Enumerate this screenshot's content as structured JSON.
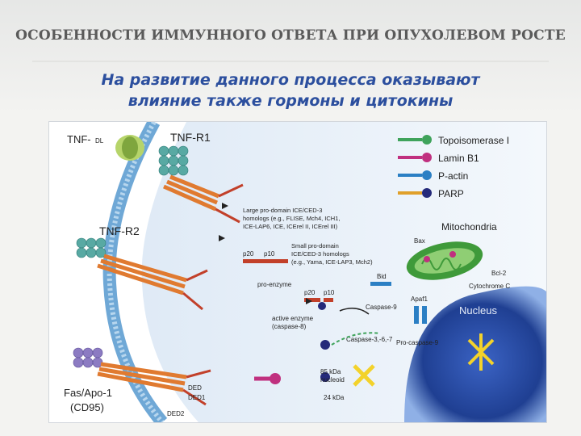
{
  "slide": {
    "title": "ОСОБЕННОСТИ ИММУННОГО ОТВЕТА ПРИ ОПУХОЛЕВОМ РОСТЕ",
    "subtitle_line1": "На развитие данного процесса оказывают",
    "subtitle_line2": "влияние также гормоны и цитокины"
  },
  "colors": {
    "title": "#5a5a5a",
    "subtitle": "#2c4f9e",
    "membrane": "#6fa8d6",
    "receptor": "#e07a30",
    "nucleus": "#2a4fa8",
    "mitochondria": "#3f9a3a"
  },
  "figure": {
    "receptors": {
      "tnf_dl": "TNF-",
      "tnf_dl_sub": "DL",
      "tnf_r1": "TNF-R1",
      "tnf_r2": "TNF-R2",
      "fas_line1": "Fas/Apo-1",
      "fas_line2": "(CD95)"
    },
    "legend": [
      {
        "label": "Topoisomerase I",
        "color": "#3fa35b"
      },
      {
        "label": "Lamin B1",
        "color": "#c0307f"
      },
      {
        "label": "P-actin",
        "color": "#2b7fc4"
      },
      {
        "label": "PARP",
        "color": "#e0a02a"
      }
    ],
    "annotations": {
      "large_1": "Large pro-domain ICE/CED-3",
      "large_2": "homologs (e.g., FLISE, Mch4, ICH1,",
      "large_3": "ICE-LAP6, ICE, ICErel II, ICErel III)",
      "small_1": "Small pro-domain",
      "small_2": "ICE/CED-3 homologs",
      "small_3": "(e.g., Yama, ICE-LAP3, Mch2)",
      "p20": "p20",
      "p10": "p10",
      "pro_enzyme": "pro-enzyme",
      "active_1": "active enzyme",
      "active_2": "(caspase-8)",
      "bid": "Bid",
      "bax": "Bax",
      "bcl2": "Bcl-2",
      "cyto_c": "Cytochrome C",
      "mito": "Mitochondria",
      "nucleus": "Nucleus",
      "apaf": "Apaf1",
      "casp9": "Caspase-9",
      "casp37": "Caspase-3,-6,-7",
      "procasp9": "Pro-caspase-9",
      "kda85_1": "85 kDa",
      "kda85_2": "nucleoid",
      "kda24": "24 kDa",
      "ded": "DED",
      "ded1": "DED1",
      "ded2": "DED2"
    }
  }
}
